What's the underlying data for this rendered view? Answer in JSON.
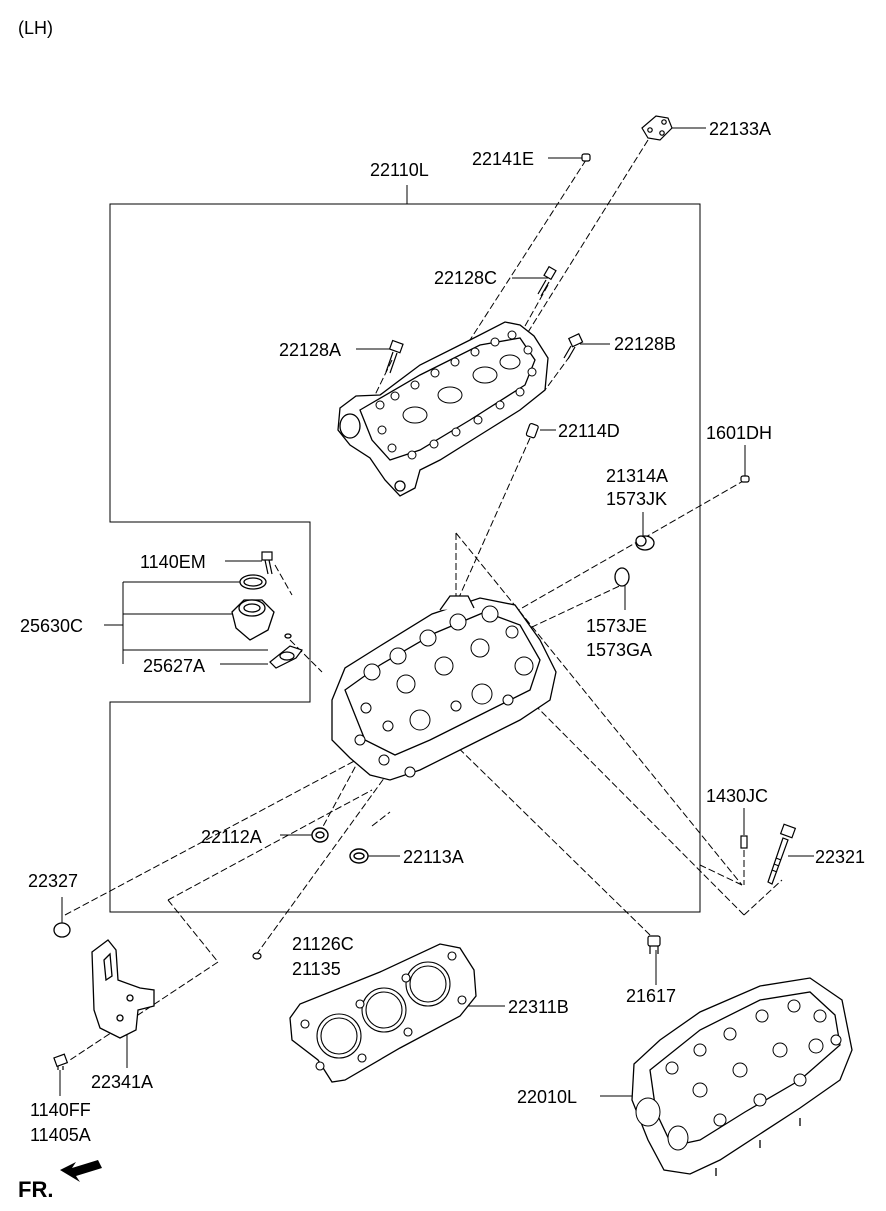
{
  "header": {
    "variant": "(LH)"
  },
  "labels": {
    "p22133A": "22133A",
    "p22141E": "22141E",
    "p22110L": "22110L",
    "p22128C": "22128C",
    "p22128A": "22128A",
    "p22128B": "22128B",
    "p22114D": "22114D",
    "p1601DH": "1601DH",
    "p21314A": "21314A",
    "p1573JK": "1573JK",
    "p1140EM": "1140EM",
    "p25630C": "25630C",
    "p1573JE": "1573JE",
    "p1573GA": "1573GA",
    "p25627A": "25627A",
    "p1430JC": "1430JC",
    "p22112A": "22112A",
    "p22321": "22321",
    "p22327": "22327",
    "p22113A": "22113A",
    "p21126C": "21126C",
    "p21135": "21135",
    "p21617": "21617",
    "p22311B": "22311B",
    "p22341A": "22341A",
    "p22010L": "22010L",
    "p1140FF": "1140FF",
    "p11405A": "11405A"
  },
  "footer": {
    "direction": "FR."
  }
}
